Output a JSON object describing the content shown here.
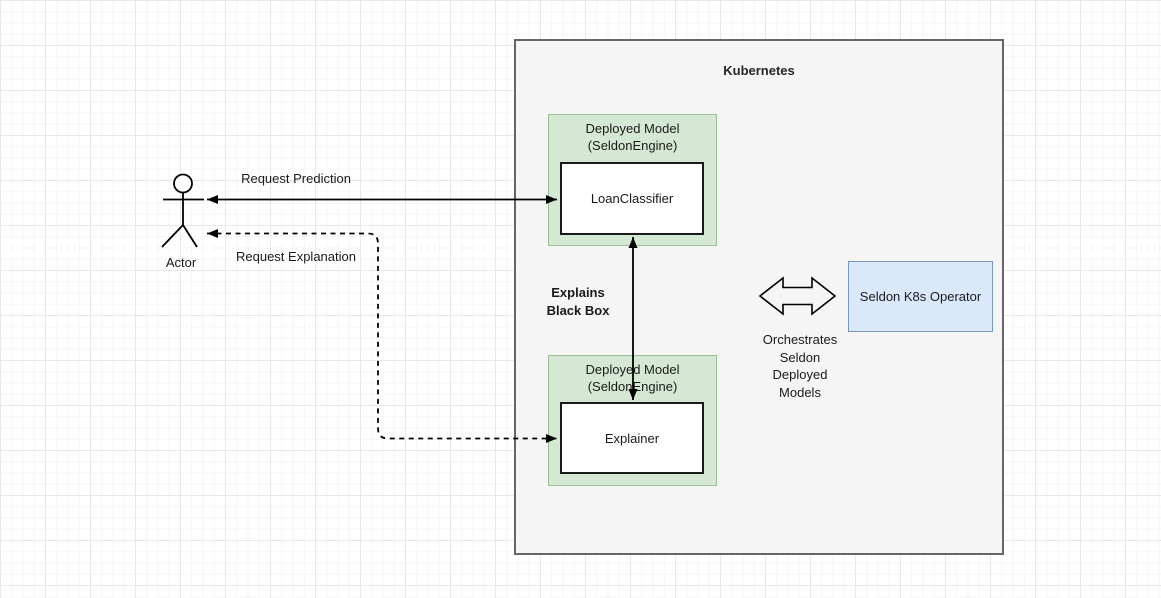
{
  "kubernetes": {
    "title": "Kubernetes"
  },
  "actor": {
    "label": "Actor"
  },
  "edges": {
    "request_prediction": {
      "label": "Request Prediction"
    },
    "request_explanation": {
      "label": "Request Explanation"
    },
    "explains": {
      "line1": "Explains",
      "line2": "Black Box"
    },
    "orchestrates": {
      "line1": "Orchestrates",
      "line2": "Seldon",
      "line3": "Deployed",
      "line4": "Models"
    }
  },
  "nodes": {
    "loan_model": {
      "title_line1": "Deployed Model",
      "title_line2": "(SeldonEngine)",
      "name": "LoanClassifier"
    },
    "explainer_model": {
      "title_line1": "Deployed Model",
      "title_line2": "(SeldonEngine)",
      "name": "Explainer"
    },
    "operator": {
      "label": "Seldon K8s Operator"
    }
  },
  "colors": {
    "container_fill": "#f5f5f5",
    "container_border": "#666666",
    "green_fill": "#d5e8d4",
    "green_border": "#9dbc9a",
    "blue_fill": "#dae8fc",
    "blue_border": "#7b96bc",
    "node_fill": "#ffffff",
    "node_border": "#1a1a1a",
    "line_color": "#000000",
    "text_color": "#1a1a1a"
  }
}
